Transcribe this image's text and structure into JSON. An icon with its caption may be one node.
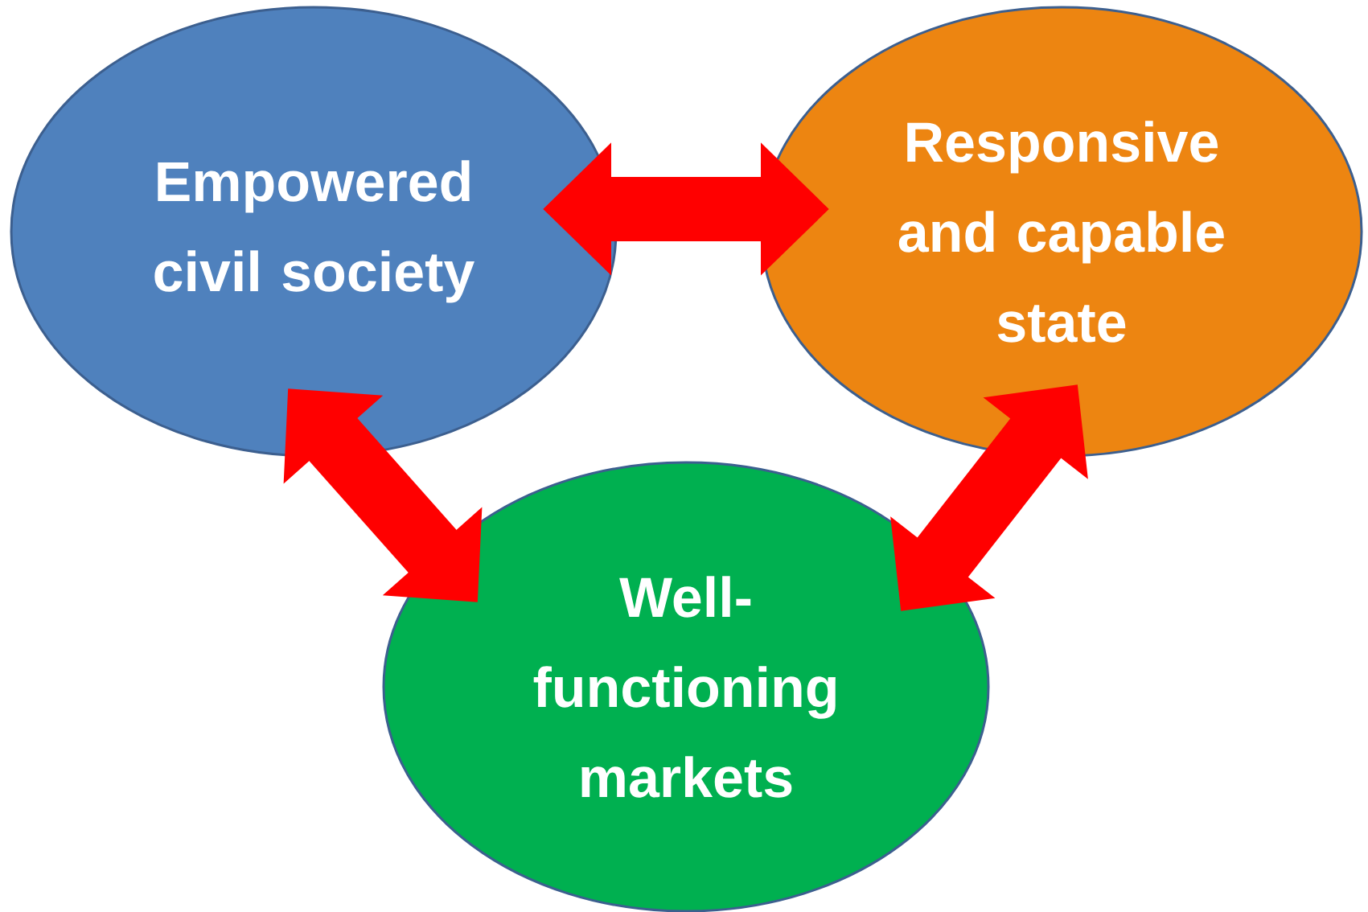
{
  "diagram": {
    "nodes": [
      {
        "text": [
          "Empowered civil society"
        ]
      },
      {
        "text": [
          "Responsive and capable state"
        ]
      },
      {
        "text": [
          "Well-functioning markets"
        ]
      }
    ],
    "edges": [
      {
        "from": 0,
        "to": 1,
        "arrow": "both"
      },
      {
        "from": 0,
        "to": 2,
        "arrow": "both"
      },
      {
        "from": 1,
        "to": 2,
        "arrow": "both"
      }
    ]
  }
}
